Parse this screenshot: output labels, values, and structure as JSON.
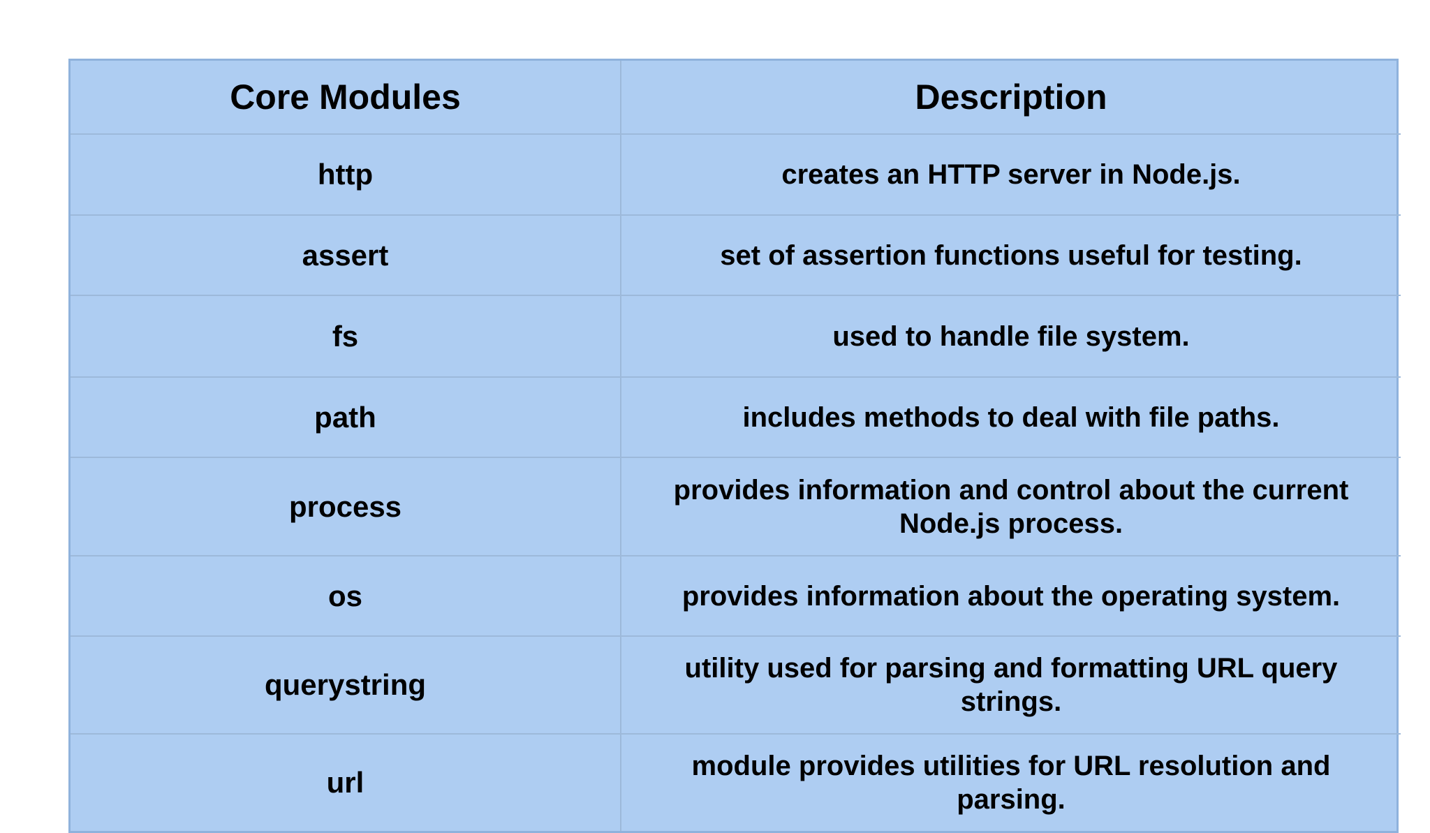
{
  "page": {
    "background_color": "#ffffff",
    "text_color": "#000000"
  },
  "table": {
    "colors": {
      "cell_background": "#aecdf2",
      "grid_line": "#9db9da",
      "outer_border": "#8fb2dc"
    },
    "header": {
      "col1": "Core Modules",
      "col2": "Description"
    },
    "rows": [
      {
        "module": "http",
        "description": "creates an HTTP server in Node.js."
      },
      {
        "module": "assert",
        "description": "set of assertion functions useful for testing."
      },
      {
        "module": "fs",
        "description": "used to handle file system."
      },
      {
        "module": "path",
        "description": "includes methods to deal with file paths."
      },
      {
        "module": "process",
        "description": "provides information and control about the current Node.js process."
      },
      {
        "module": "os",
        "description": "provides information about the operating system."
      },
      {
        "module": "querystring",
        "description": "utility used for parsing and formatting URL query strings."
      },
      {
        "module": "url",
        "description": "module provides utilities for URL resolution and parsing."
      }
    ]
  }
}
